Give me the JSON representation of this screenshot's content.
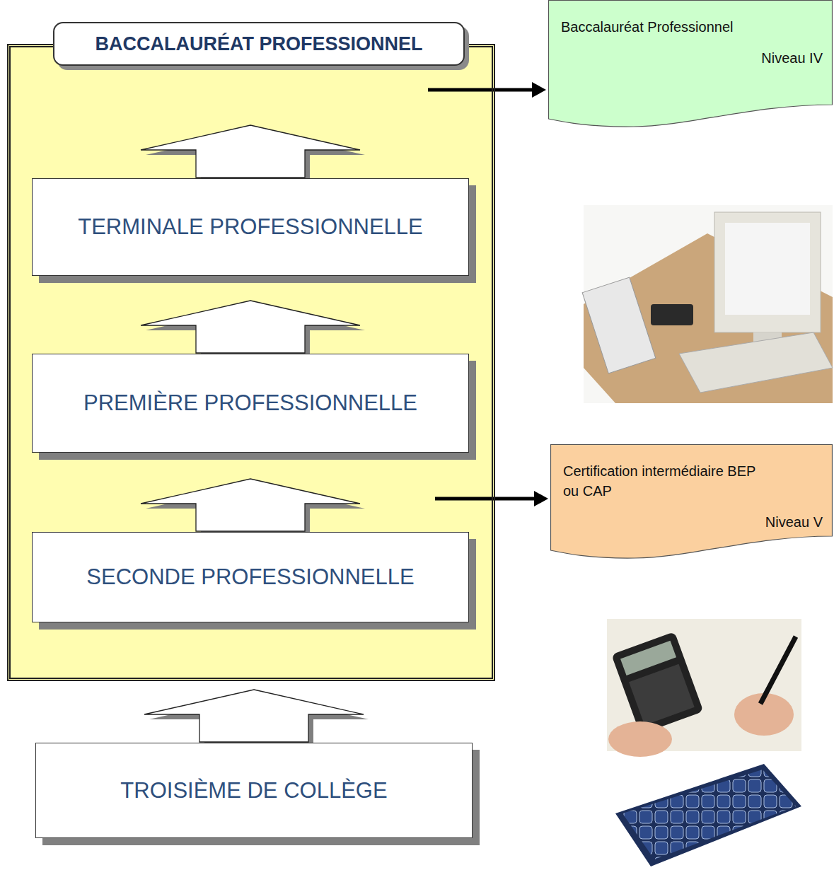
{
  "diagram": {
    "nodes": [
      {
        "text": [
          "BACCALAURÉAT PROFESSIONNEL"
        ]
      },
      {
        "text": [
          "TERMINALE PROFESSIONNELLE"
        ],
        "in": 0
      },
      {
        "text": [
          "PREMIÈRE PROFESSIONNELLE"
        ],
        "in": 0
      },
      {
        "text": [
          "SECONDE PROFESSIONNELLE"
        ],
        "in": 0
      },
      {
        "text": [
          "TROISIÈME DE COLLÈGE"
        ]
      },
      {
        "text": [
          "Baccalauréat Professionnel",
          "Niveau IV"
        ]
      },
      {
        "text": [
          "Certification intermédiaire BEP ou CAP",
          "Niveau V"
        ]
      }
    ],
    "edges": [
      {
        "from": 4,
        "to": 3,
        "arrow": "to"
      },
      {
        "from": 3,
        "to": 2,
        "arrow": "to"
      },
      {
        "from": 2,
        "to": 1,
        "arrow": "to"
      },
      {
        "from": 1,
        "to": 0,
        "arrow": "to"
      },
      {
        "from": 0,
        "to": 5,
        "arrow": "to"
      },
      {
        "from": 0,
        "to": 6,
        "arrow": "to"
      }
    ]
  }
}
